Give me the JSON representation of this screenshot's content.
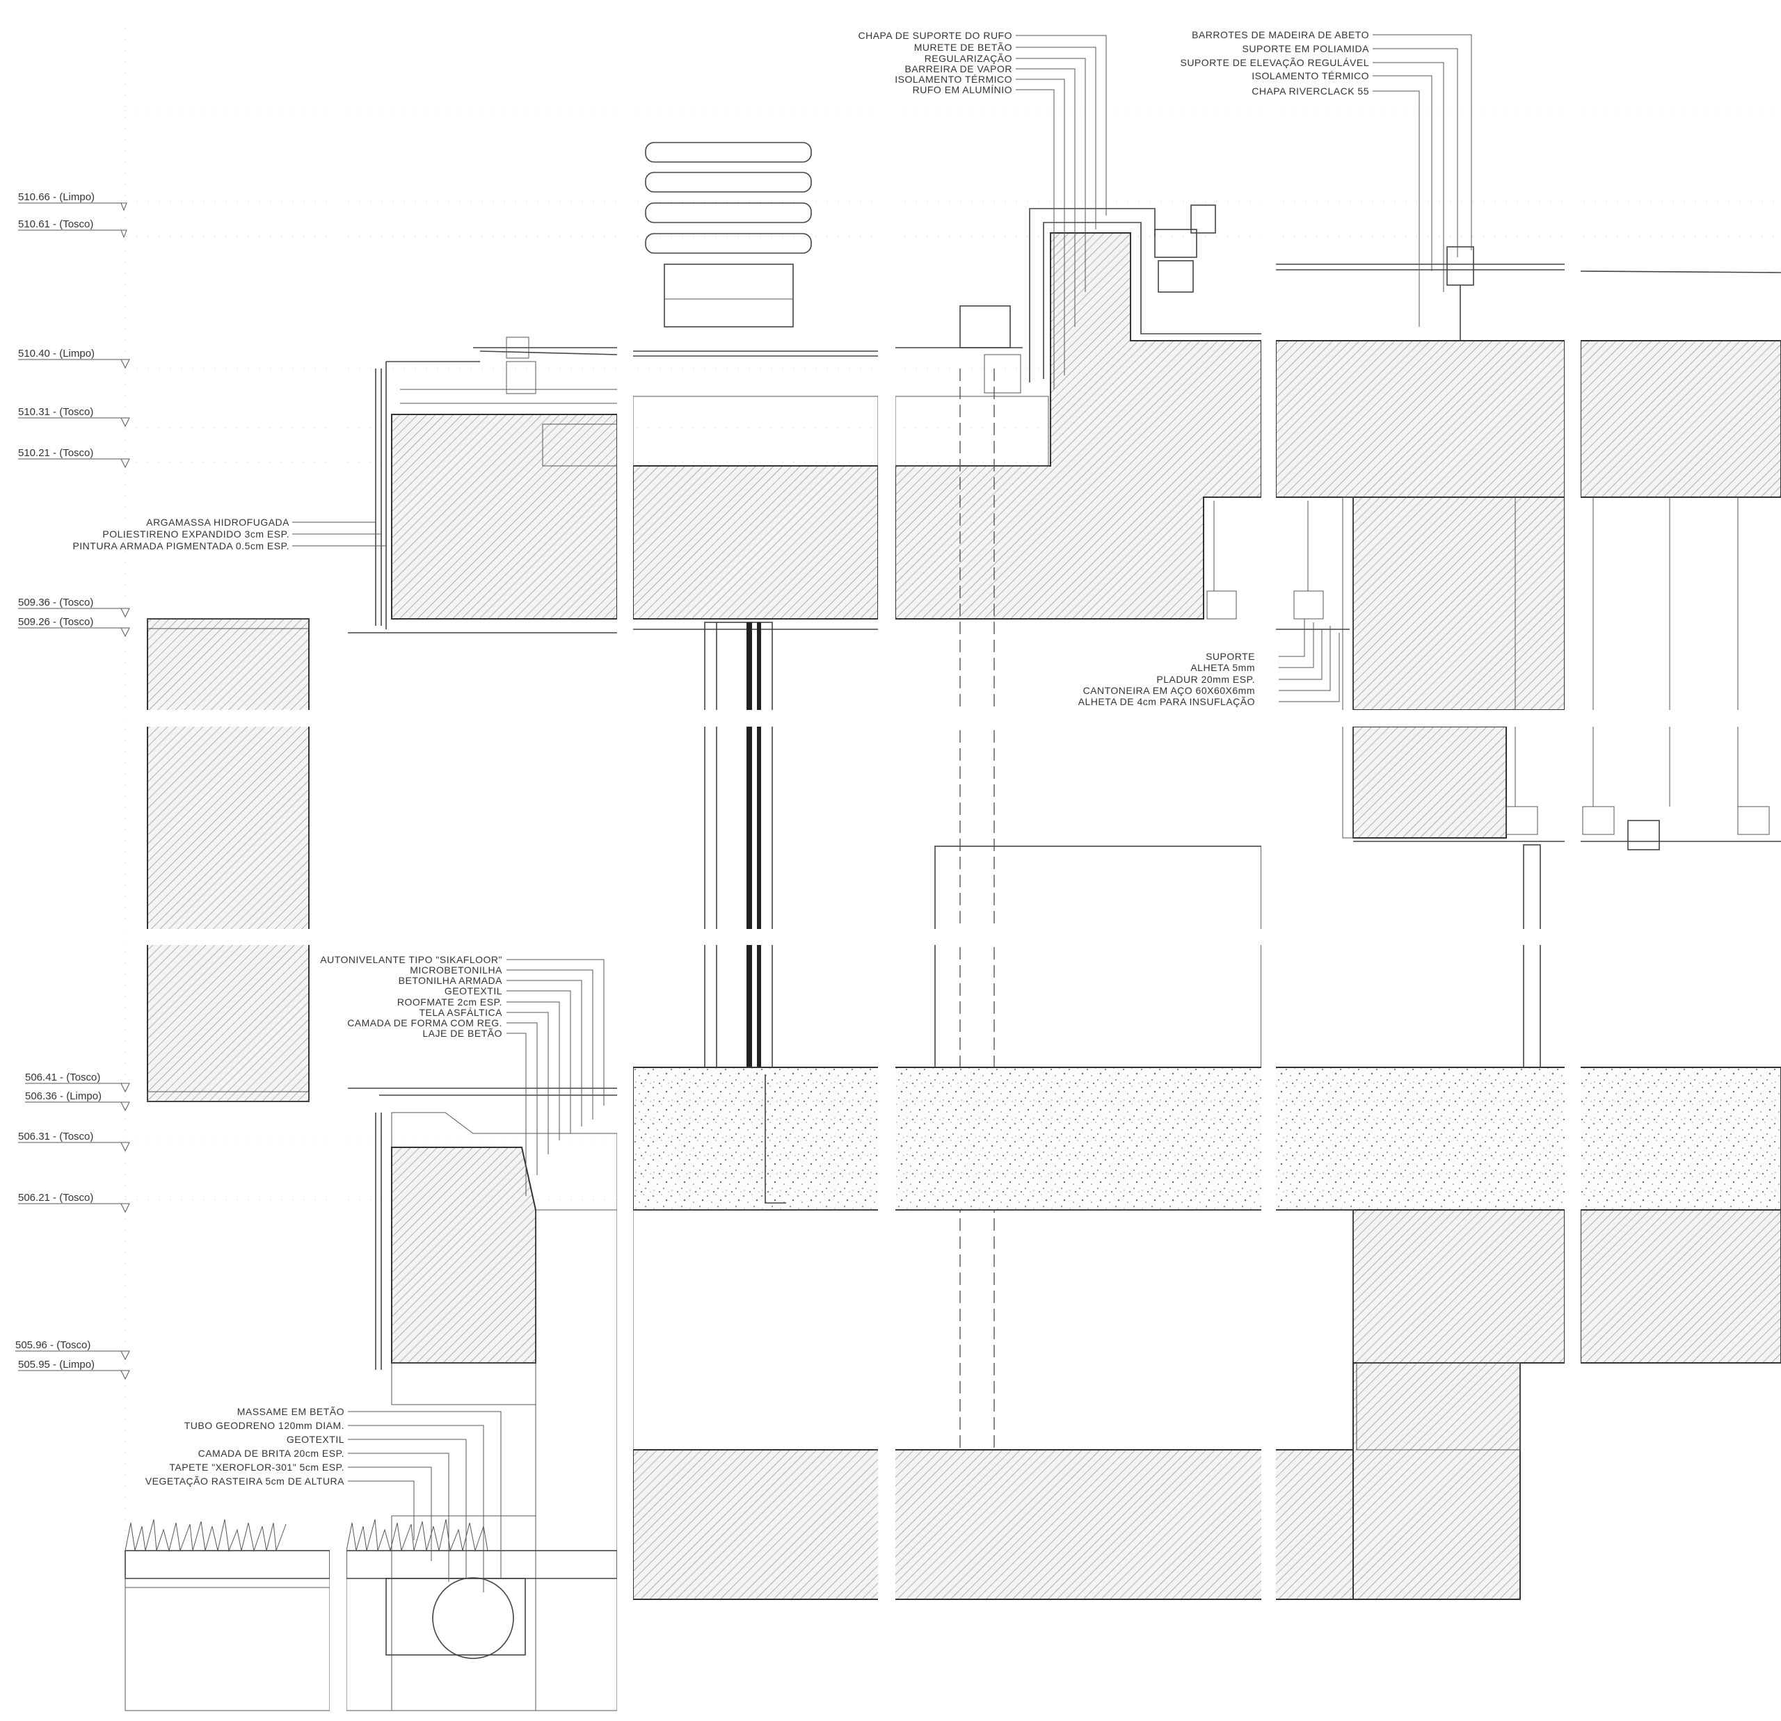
{
  "drawing": {
    "levels": [
      "510.66 - (Limpo)",
      "510.61 - (Tosco)",
      "510.40 - (Limpo)",
      "510.31 - (Tosco)",
      "510.21 - (Tosco)",
      "509.36 - (Tosco)",
      "509.26 - (Tosco)",
      "506.41 - (Tosco)",
      "506.36 - (Limpo)",
      "506.31 - (Tosco)",
      "506.21 - (Tosco)",
      "505.96 - (Tosco)",
      "505.95 - (Limpo)"
    ],
    "parapet_labels": [
      "CHAPA DE SUPORTE DO RUFO",
      "MURETE DE BETÃO",
      "REGULARIZAÇÃO",
      "BARREIRA DE VAPOR",
      "ISOLAMENTO TÉRMICO",
      "RUFO EM ALUMÍNIO"
    ],
    "roof_labels": [
      "BARROTES DE MADEIRA DE ABETO",
      "SUPORTE EM POLIAMIDA",
      "SUPORTE DE ELEVAÇÃO REGULÁVEL",
      "ISOLAMENTO TÉRMICO",
      "CHAPA RIVERCLACK 55"
    ],
    "wall_labels": [
      "ARGAMASSA HIDROFUGADA",
      "POLIESTIRENO EXPANDIDO 3cm ESP.",
      "PINTURA ARMADA PIGMENTADA 0.5cm ESP."
    ],
    "ceiling_labels": [
      "SUPORTE",
      "ALHETA 5mm",
      "PLADUR 20mm ESP.",
      "CANTONEIRA EM AÇO 60X60X6mm",
      "ALHETA DE 4cm PARA INSUFLAÇÃO"
    ],
    "floor_labels": [
      "AUTONIVELANTE TIPO \"SIKAFLOOR\"",
      "MICROBETONILHA",
      "BETONILHA ARMADA",
      "GEOTEXTIL",
      "ROOFMATE 2cm ESP.",
      "TELA ASFÁLTICA",
      "CAMADA DE FORMA COM REG.",
      "LAJE DE BETÃO"
    ],
    "ground_labels": [
      "MASSAME EM BETÃO",
      "TUBO GEODRENO 120mm DIAM.",
      "GEOTEXTIL",
      "CAMADA DE BRITA 20cm ESP.",
      "TAPETE \"XEROFLOR-301\" 5cm ESP.",
      "VEGETAÇÃO RASTEIRA 5cm DE ALTURA"
    ],
    "colors": {
      "line": "#333333",
      "hatch": "#8a8a8a",
      "background": "#ffffff"
    }
  }
}
